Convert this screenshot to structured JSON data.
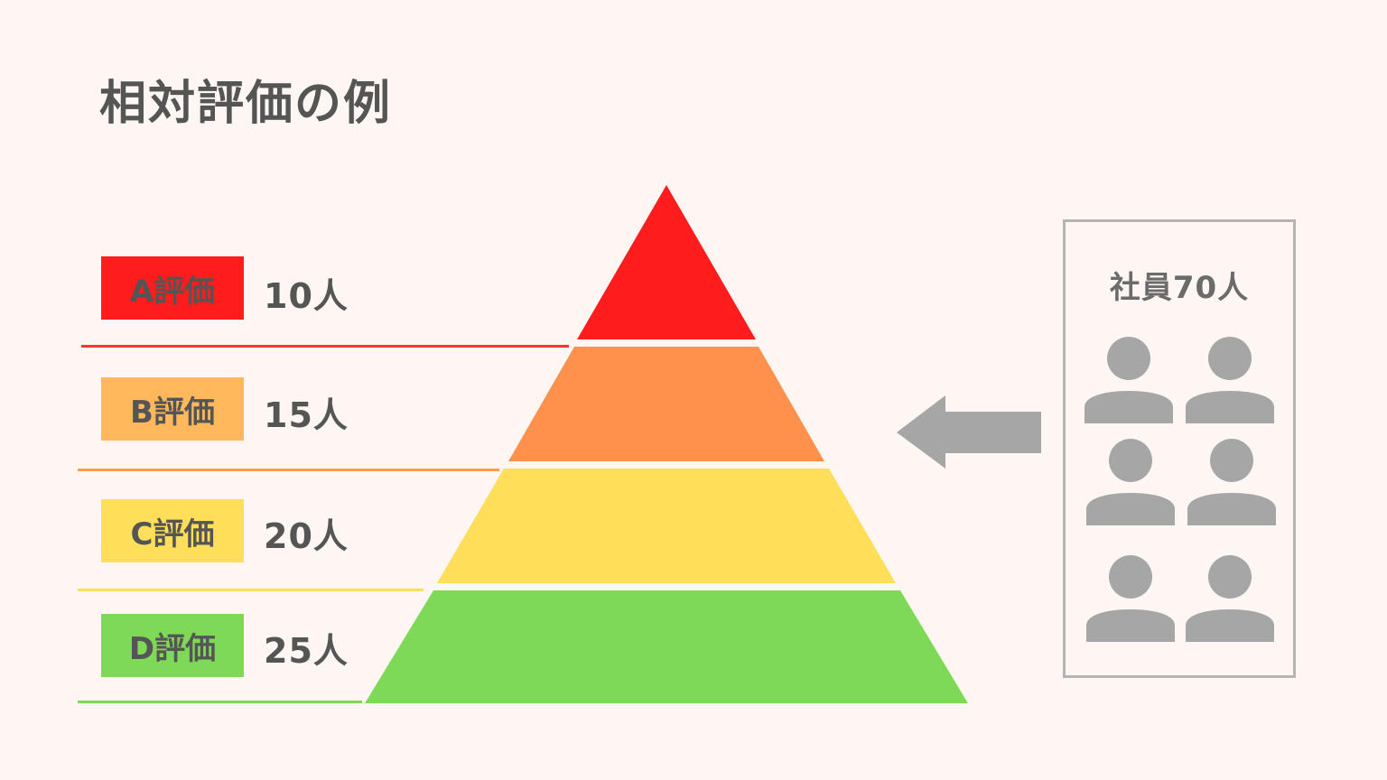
{
  "title": "相対評価の例",
  "tiers": [
    {
      "label": "A評価",
      "count": "10人",
      "color": "#ff1c1c",
      "label_bg": "#ff1c1c",
      "line_color": "#ff3333"
    },
    {
      "label": "B評価",
      "count": "15人",
      "color": "#ff914d",
      "label_bg": "#ffb85c",
      "line_color": "#ff9a4f"
    },
    {
      "label": "C評価",
      "count": "20人",
      "color": "#ffde59",
      "label_bg": "#ffde59",
      "line_color": "#ffde59"
    },
    {
      "label": "D評価",
      "count": "25人",
      "color": "#7ed957",
      "label_bg": "#7ed957",
      "line_color": "#7ed957"
    }
  ],
  "employees": {
    "label": "社員70人",
    "icon_count": 6,
    "icon_color": "#a6a6a6"
  },
  "arrow": {
    "color": "#a6a6a6",
    "direction": "left"
  }
}
